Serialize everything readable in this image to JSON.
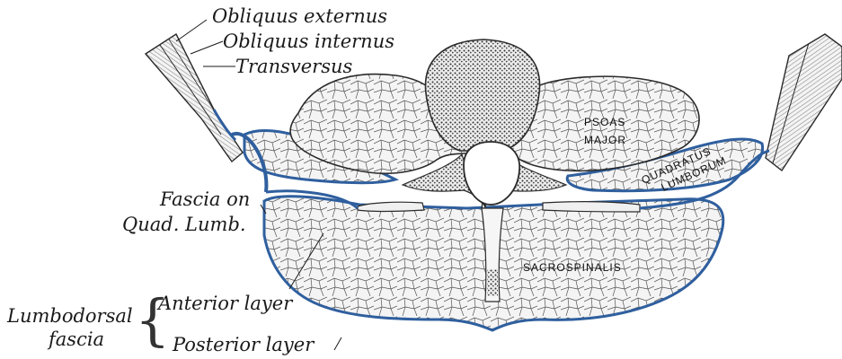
{
  "labels": {
    "obliquus_externus": "Obliquus externus",
    "obliquus_internus": "Obliquus internus",
    "transversus": "Transversus",
    "fascia_on_line1": "Fascia on",
    "fascia_on_line2": "Quad. Lumb.",
    "lumbodorsal_line1": "Lumbodorsal",
    "lumbodorsal_line2": "fascia",
    "anterior_layer": "Anterior layer",
    "posterior_layer": "Posterior layer",
    "psoas_line1": "PSOAS",
    "psoas_line2": "MAJOR",
    "quadratus_line1": "QUADRATUS",
    "quadratus_line2": "LUMBORUM",
    "sacrospinalis": "SACROSPINALIS"
  },
  "colors": {
    "fascia": "#2f5f9e",
    "outline": "#2a2a2a",
    "tissue": "#f4f4f4",
    "vertebra": "#e9e9e9"
  }
}
